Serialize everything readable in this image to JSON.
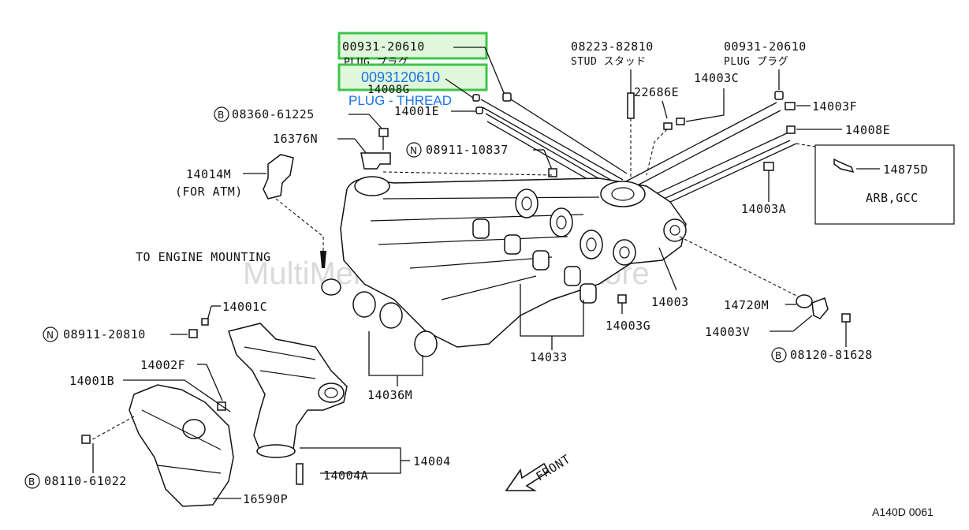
{
  "watermark": "MultiMerchant Auto Partstore",
  "diagram_code": "A140D 0061",
  "highlight": {
    "part_number": "0093120610",
    "description": "PLUG - THREAD"
  },
  "labels": {
    "top_plug_number": "00931-20610",
    "top_plug_desc": "PLUG  プラグ",
    "p14008g": "14008G",
    "p14001e": "14001E",
    "b08360": "08360-61225",
    "p16376n": "16376N",
    "n08911_10837": "08911-10837",
    "p14014m": "14014M",
    "for_atm": "(FOR ATM)",
    "to_engine": "TO ENGINE MOUNTING",
    "stud_number": "08223-82810",
    "stud_desc": "STUD  スタッド",
    "p22686e": "22686E",
    "p14003c": "14003C",
    "right_plug_number": "00931-20610",
    "right_plug_desc": "PLUG  プラグ",
    "p14003f": "14003F",
    "p14008e": "14008E",
    "p14875d": "14875D",
    "arb_gcc": "ARB,GCC",
    "p14003a": "14003A",
    "p14003": "14003",
    "p14720m": "14720M",
    "p14003g": "14003G",
    "p14003v": "14003V",
    "b08120": "08120-81628",
    "p14033": "14033",
    "p14036m": "14036M",
    "p14001c": "14001C",
    "n08911_20810": "08911-20810",
    "p14002f": "14002F",
    "p14001b": "14001B",
    "p14004": "14004",
    "p14004a": "14004A",
    "b08110": "08110-61022",
    "p16590p": "16590P",
    "front": "FRONT"
  },
  "badges": {
    "b": "B",
    "n": "N"
  }
}
